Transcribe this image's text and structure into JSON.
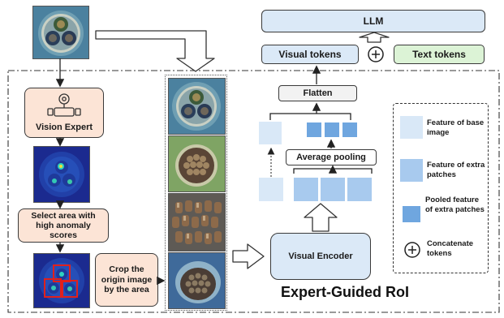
{
  "llm": {
    "label": "LLM"
  },
  "visual_tokens": {
    "label": "Visual tokens"
  },
  "text_tokens": {
    "label": "Text tokens"
  },
  "flatten": {
    "label": "Flatten"
  },
  "average_pooling": {
    "label": "Average pooling"
  },
  "visual_encoder": {
    "label": "Visual Encoder"
  },
  "vision_expert": {
    "label": "Vision Expert"
  },
  "select_area": {
    "label": "Select area with high anomaly scores"
  },
  "crop": {
    "label": "Crop the origin image by the area"
  },
  "title": "Expert-Guided RoI",
  "legend": {
    "base": "Feature of base image",
    "extra": "Feature of extra patches",
    "pooled": "Pooled feature of extra patches",
    "concat": "Concatenate tokens"
  },
  "colors": {
    "base_feature": "#d9e8f7",
    "extra_feature": "#a8caee",
    "pooled_feature": "#6fa6df",
    "peach": "#fce4d6",
    "light_blue": "#dbe9f7",
    "light_green": "#dcf3d6"
  },
  "icons": {
    "concat": "circle-plus-icon",
    "robot": "robot-icon"
  }
}
